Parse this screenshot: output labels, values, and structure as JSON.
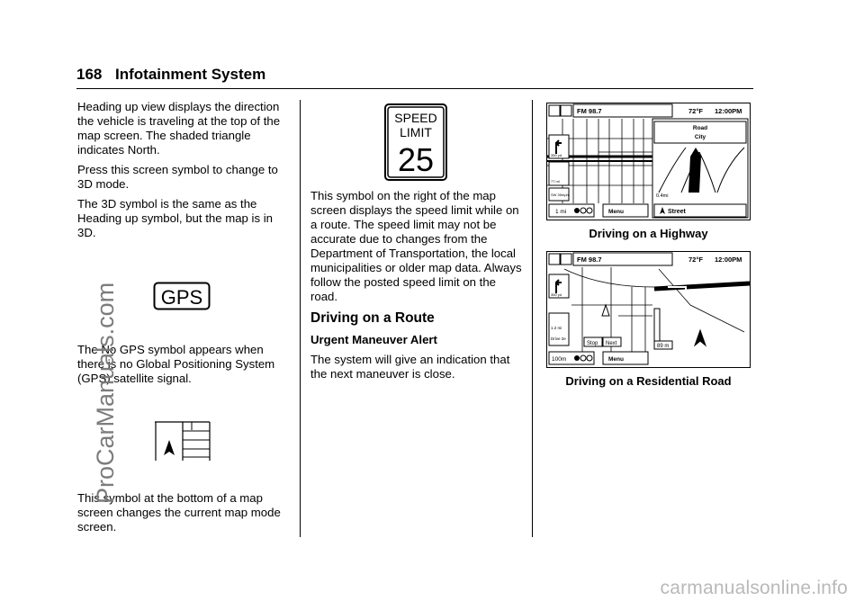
{
  "header": {
    "page_number": "168",
    "title": "Infotainment System"
  },
  "left_column": {
    "p1": "Heading up view displays the direction the vehicle is traveling at the top of the map screen. The shaded triangle indicates North.",
    "p2": "Press this screen symbol to change to 3D mode.",
    "p3": "The 3D symbol is the same as the Heading up symbol, but the map is in 3D.",
    "gps_icon_text": "GPS",
    "p4": "The No GPS symbol appears when there is no Global Positioning System (GPS) satellite signal.",
    "p5": "This symbol at the bottom of a map screen changes the current map mode screen."
  },
  "middle_column": {
    "sign": {
      "line1": "SPEED",
      "line2": "LIMIT",
      "value": "25"
    },
    "p1": "This symbol on the right of the map screen displays the speed limit while on a route. The speed limit may not be accurate due to changes from the Department of Transportation, the local municipalities or older map data. Always follow the posted speed limit on the road.",
    "heading": "Driving on a Route",
    "subheading": "Urgent Maneuver Alert",
    "p2": "The system will give an indication that the next maneuver is close."
  },
  "right_column": {
    "screen1": {
      "station": "FM 98.7",
      "temp": "72°F",
      "time": "12:00PM",
      "road": "Road",
      "city": "City",
      "dist1": "350 yd",
      "dist2": "77 mi",
      "speed": "SW 35mph",
      "dist3": "0.4mi",
      "scale": "1 mi",
      "menu": "Menu",
      "street": "Street",
      "caption": "Driving on a Highway"
    },
    "screen2": {
      "station": "FM 98.7",
      "temp": "72°F",
      "time": "12:00PM",
      "dist1": "350 yd",
      "dist2": "1.2 mi",
      "drive": "Drive 2e",
      "stop": "Stop",
      "next": "Next",
      "dist3": "89 m",
      "scale": "100m",
      "menu": "Menu",
      "caption": "Driving on a Residential Road"
    }
  },
  "watermarks": {
    "side": "ProCarManuals.com",
    "footer": "carmanualsonline.info"
  }
}
